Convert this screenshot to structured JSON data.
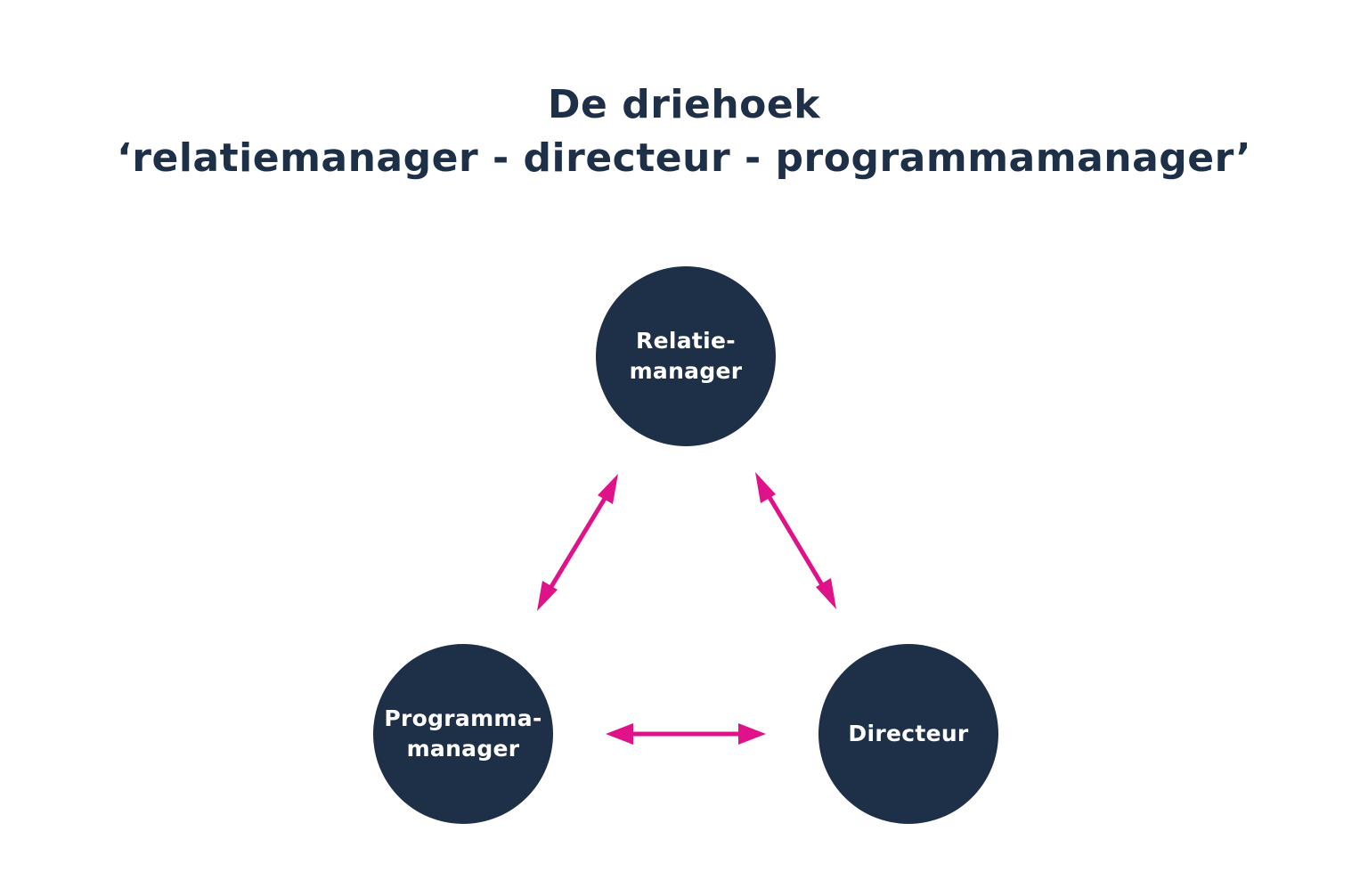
{
  "title": {
    "line1": "De driehoek",
    "line2": "‘relatiemanager - directeur - programmamanager’"
  },
  "nodes": {
    "relatiemanager": {
      "line1": "Relatie-",
      "line2": "manager"
    },
    "programmamanager": {
      "line1": "Programma-",
      "line2": "manager"
    },
    "directeur": {
      "line1": "Directeur"
    }
  },
  "colors": {
    "title_text": "#1e2f48",
    "node_fill": "#1e2f48",
    "node_text": "#ffffff",
    "arrow": "#e0128a"
  }
}
